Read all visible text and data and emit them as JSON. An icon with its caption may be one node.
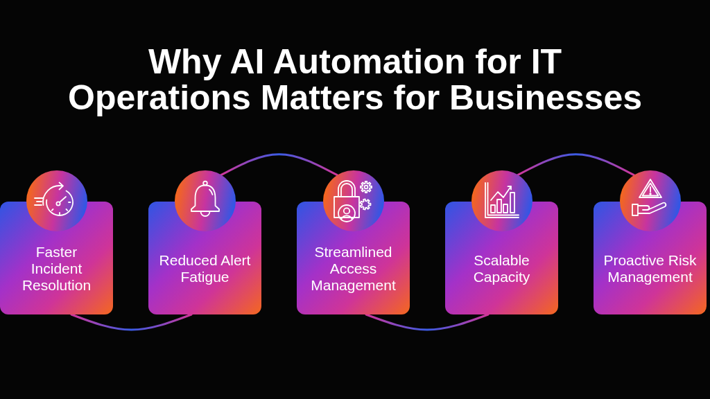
{
  "diagram": {
    "title": "Why AI Automation for IT Operations Matters for Businesses",
    "nodes": [
      {
        "text": [],
        "shape": "circle"
      },
      {
        "text": [
          "Faster Incident Resolution"
        ]
      },
      {
        "text": [],
        "shape": "circle"
      },
      {
        "text": [
          "Reduced Alert Fatigue"
        ]
      },
      {
        "text": [],
        "shape": "circle"
      },
      {
        "text": [
          "Streamlined Access Management"
        ]
      },
      {
        "text": [],
        "shape": "circle"
      },
      {
        "text": [
          "Scalable Capacity"
        ]
      },
      {
        "text": [],
        "shape": "circle"
      },
      {
        "text": [
          "Proactive Risk Management"
        ]
      }
    ],
    "edges": [
      {
        "from": 1,
        "to": 3,
        "arrow": "none"
      },
      {
        "from": 2,
        "to": 4,
        "arrow": "none"
      },
      {
        "from": 5,
        "to": 7,
        "arrow": "none"
      },
      {
        "from": 6,
        "to": 8,
        "arrow": "none"
      }
    ]
  }
}
